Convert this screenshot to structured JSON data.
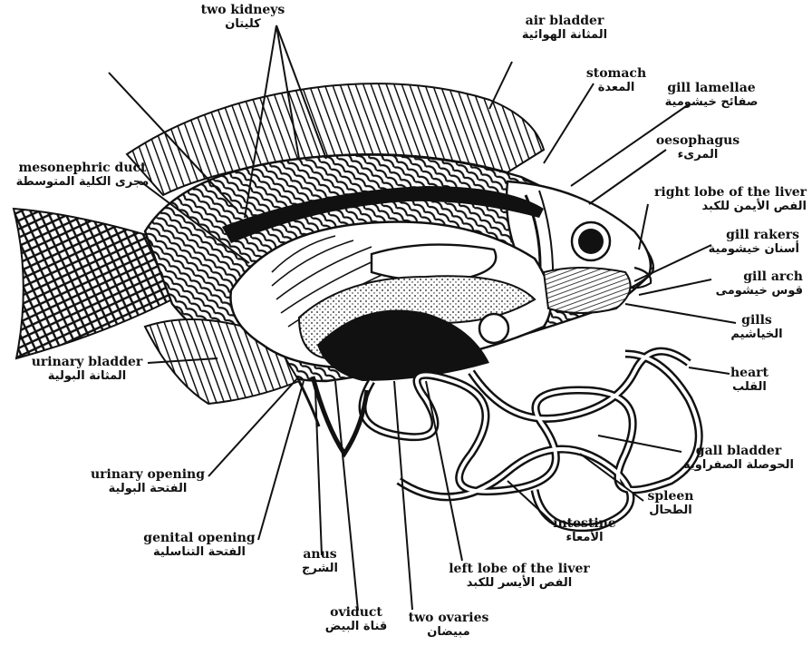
{
  "labels": {
    "two_kidneys": {
      "en": "two kidneys",
      "ar": "كليتان"
    },
    "air_bladder": {
      "en": "air bladder",
      "ar": "المثانة الهوائية"
    },
    "stomach": {
      "en": "stomach",
      "ar": "المعدة"
    },
    "gill_lamellae": {
      "en": "gill lamellae",
      "ar": "صفائح خيشومية"
    },
    "oesophagus": {
      "en": "oesophagus",
      "ar": "المرىء"
    },
    "right_lobe_liver": {
      "en": "right lobe of the liver",
      "ar": "الفص الأيمن للكبد"
    },
    "gill_rakers": {
      "en": "gill rakers",
      "ar": "أسنان خيشومية"
    },
    "gill_arch": {
      "en": "gill arch",
      "ar": "قوس خيشومى"
    },
    "gills": {
      "en": "gills",
      "ar": "الخياشيم"
    },
    "heart": {
      "en": "heart",
      "ar": "القلب"
    },
    "gall_bladder": {
      "en": "gall bladder",
      "ar": "الحوصلة الصفراوية"
    },
    "spleen": {
      "en": "spleen",
      "ar": "الطحال"
    },
    "intestine": {
      "en": "intestine",
      "ar": "الأمعاء"
    },
    "left_lobe_liver": {
      "en": "left lobe of the liver",
      "ar": "الفص الأيسر للكبد"
    },
    "two_ovaries": {
      "en": "two ovaries",
      "ar": "مبيضان"
    },
    "oviduct": {
      "en": "oviduct",
      "ar": "قناة البيض"
    },
    "anus": {
      "en": "anus",
      "ar": "الشرج"
    },
    "genital_opening": {
      "en": "genital opening",
      "ar": "الفتحة التناسلية"
    },
    "urinary_opening": {
      "en": "urinary opening",
      "ar": "الفتحة البولية"
    },
    "urinary_bladder": {
      "en": "urinary bladder",
      "ar": "المثانة البولية"
    },
    "mesonephric_duct": {
      "en": "mesonephric duct",
      "ar": "مجرى الكلية المتوسطة"
    }
  },
  "colors": {
    "ink": "#111111",
    "paper": "#ffffff"
  }
}
